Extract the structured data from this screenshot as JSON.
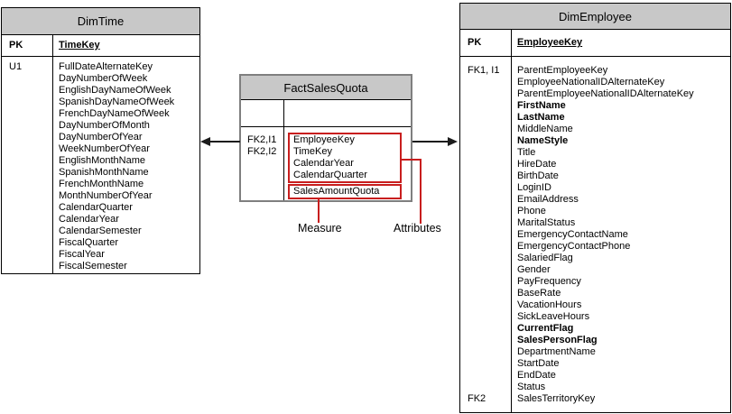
{
  "colors": {
    "header_bg": "#c8c8c8",
    "annotation_red": "#c81e1e",
    "dim_table_border": "#000000",
    "fact_table_border": "#7f7f7f",
    "arrow_color": "#1c1c1c"
  },
  "tables": {
    "dim_time": {
      "title": "DimTime",
      "pk_label": "PK",
      "pk_field": "TimeKey",
      "rows": [
        {
          "key": "U1",
          "field": "FullDateAlternateKey"
        },
        {
          "key": "",
          "field": "DayNumberOfWeek"
        },
        {
          "key": "",
          "field": "EnglishDayNameOfWeek"
        },
        {
          "key": "",
          "field": "SpanishDayNameOfWeek"
        },
        {
          "key": "",
          "field": "FrenchDayNameOfWeek"
        },
        {
          "key": "",
          "field": "DayNumberOfMonth"
        },
        {
          "key": "",
          "field": "DayNumberOfYear"
        },
        {
          "key": "",
          "field": "WeekNumberOfYear"
        },
        {
          "key": "",
          "field": "EnglishMonthName"
        },
        {
          "key": "",
          "field": "SpanishMonthName"
        },
        {
          "key": "",
          "field": "FrenchMonthName"
        },
        {
          "key": "",
          "field": "MonthNumberOfYear"
        },
        {
          "key": "",
          "field": "CalendarQuarter"
        },
        {
          "key": "",
          "field": "CalendarYear"
        },
        {
          "key": "",
          "field": "CalendarSemester"
        },
        {
          "key": "",
          "field": "FiscalQuarter"
        },
        {
          "key": "",
          "field": "FiscalYear"
        },
        {
          "key": "",
          "field": "FiscalSemester"
        }
      ]
    },
    "fact_sales_quota": {
      "title": "FactSalesQuota",
      "key_labels": [
        "FK2,I1",
        "FK2,I2"
      ],
      "attributes": [
        "EmployeeKey",
        "TimeKey",
        "CalendarYear",
        "CalendarQuarter"
      ],
      "measure": "SalesAmountQuota"
    },
    "dim_employee": {
      "title": "DimEmployee",
      "pk_label": "PK",
      "pk_field": "EmployeeKey",
      "rows": [
        {
          "key": "FK1, I1",
          "field": "ParentEmployeeKey"
        },
        {
          "key": "",
          "field": "EmployeeNationalIDAlternateKey"
        },
        {
          "key": "",
          "field": "ParentEmployeeNationalIDAlternateKey"
        },
        {
          "key": "",
          "field": "FirstName",
          "bold": true
        },
        {
          "key": "",
          "field": "LastName",
          "bold": true
        },
        {
          "key": "",
          "field": "MiddleName"
        },
        {
          "key": "",
          "field": "NameStyle",
          "bold": true
        },
        {
          "key": "",
          "field": "Title"
        },
        {
          "key": "",
          "field": "HireDate"
        },
        {
          "key": "",
          "field": "BirthDate"
        },
        {
          "key": "",
          "field": "LoginID"
        },
        {
          "key": "",
          "field": "EmailAddress"
        },
        {
          "key": "",
          "field": "Phone"
        },
        {
          "key": "",
          "field": "MaritalStatus"
        },
        {
          "key": "",
          "field": "EmergencyContactName"
        },
        {
          "key": "",
          "field": "EmergencyContactPhone"
        },
        {
          "key": "",
          "field": "SalariedFlag"
        },
        {
          "key": "",
          "field": "Gender"
        },
        {
          "key": "",
          "field": "PayFrequency"
        },
        {
          "key": "",
          "field": "BaseRate"
        },
        {
          "key": "",
          "field": "VacationHours"
        },
        {
          "key": "",
          "field": "SickLeaveHours"
        },
        {
          "key": "",
          "field": "CurrentFlag",
          "bold": true
        },
        {
          "key": "",
          "field": "SalesPersonFlag",
          "bold": true
        },
        {
          "key": "",
          "field": "DepartmentName"
        },
        {
          "key": "",
          "field": "StartDate"
        },
        {
          "key": "",
          "field": "EndDate"
        },
        {
          "key": "",
          "field": "Status"
        },
        {
          "key": "FK2",
          "field": "SalesTerritoryKey"
        }
      ]
    }
  },
  "annotations": {
    "measure_label": "Measure",
    "attributes_label": "Attributes"
  }
}
